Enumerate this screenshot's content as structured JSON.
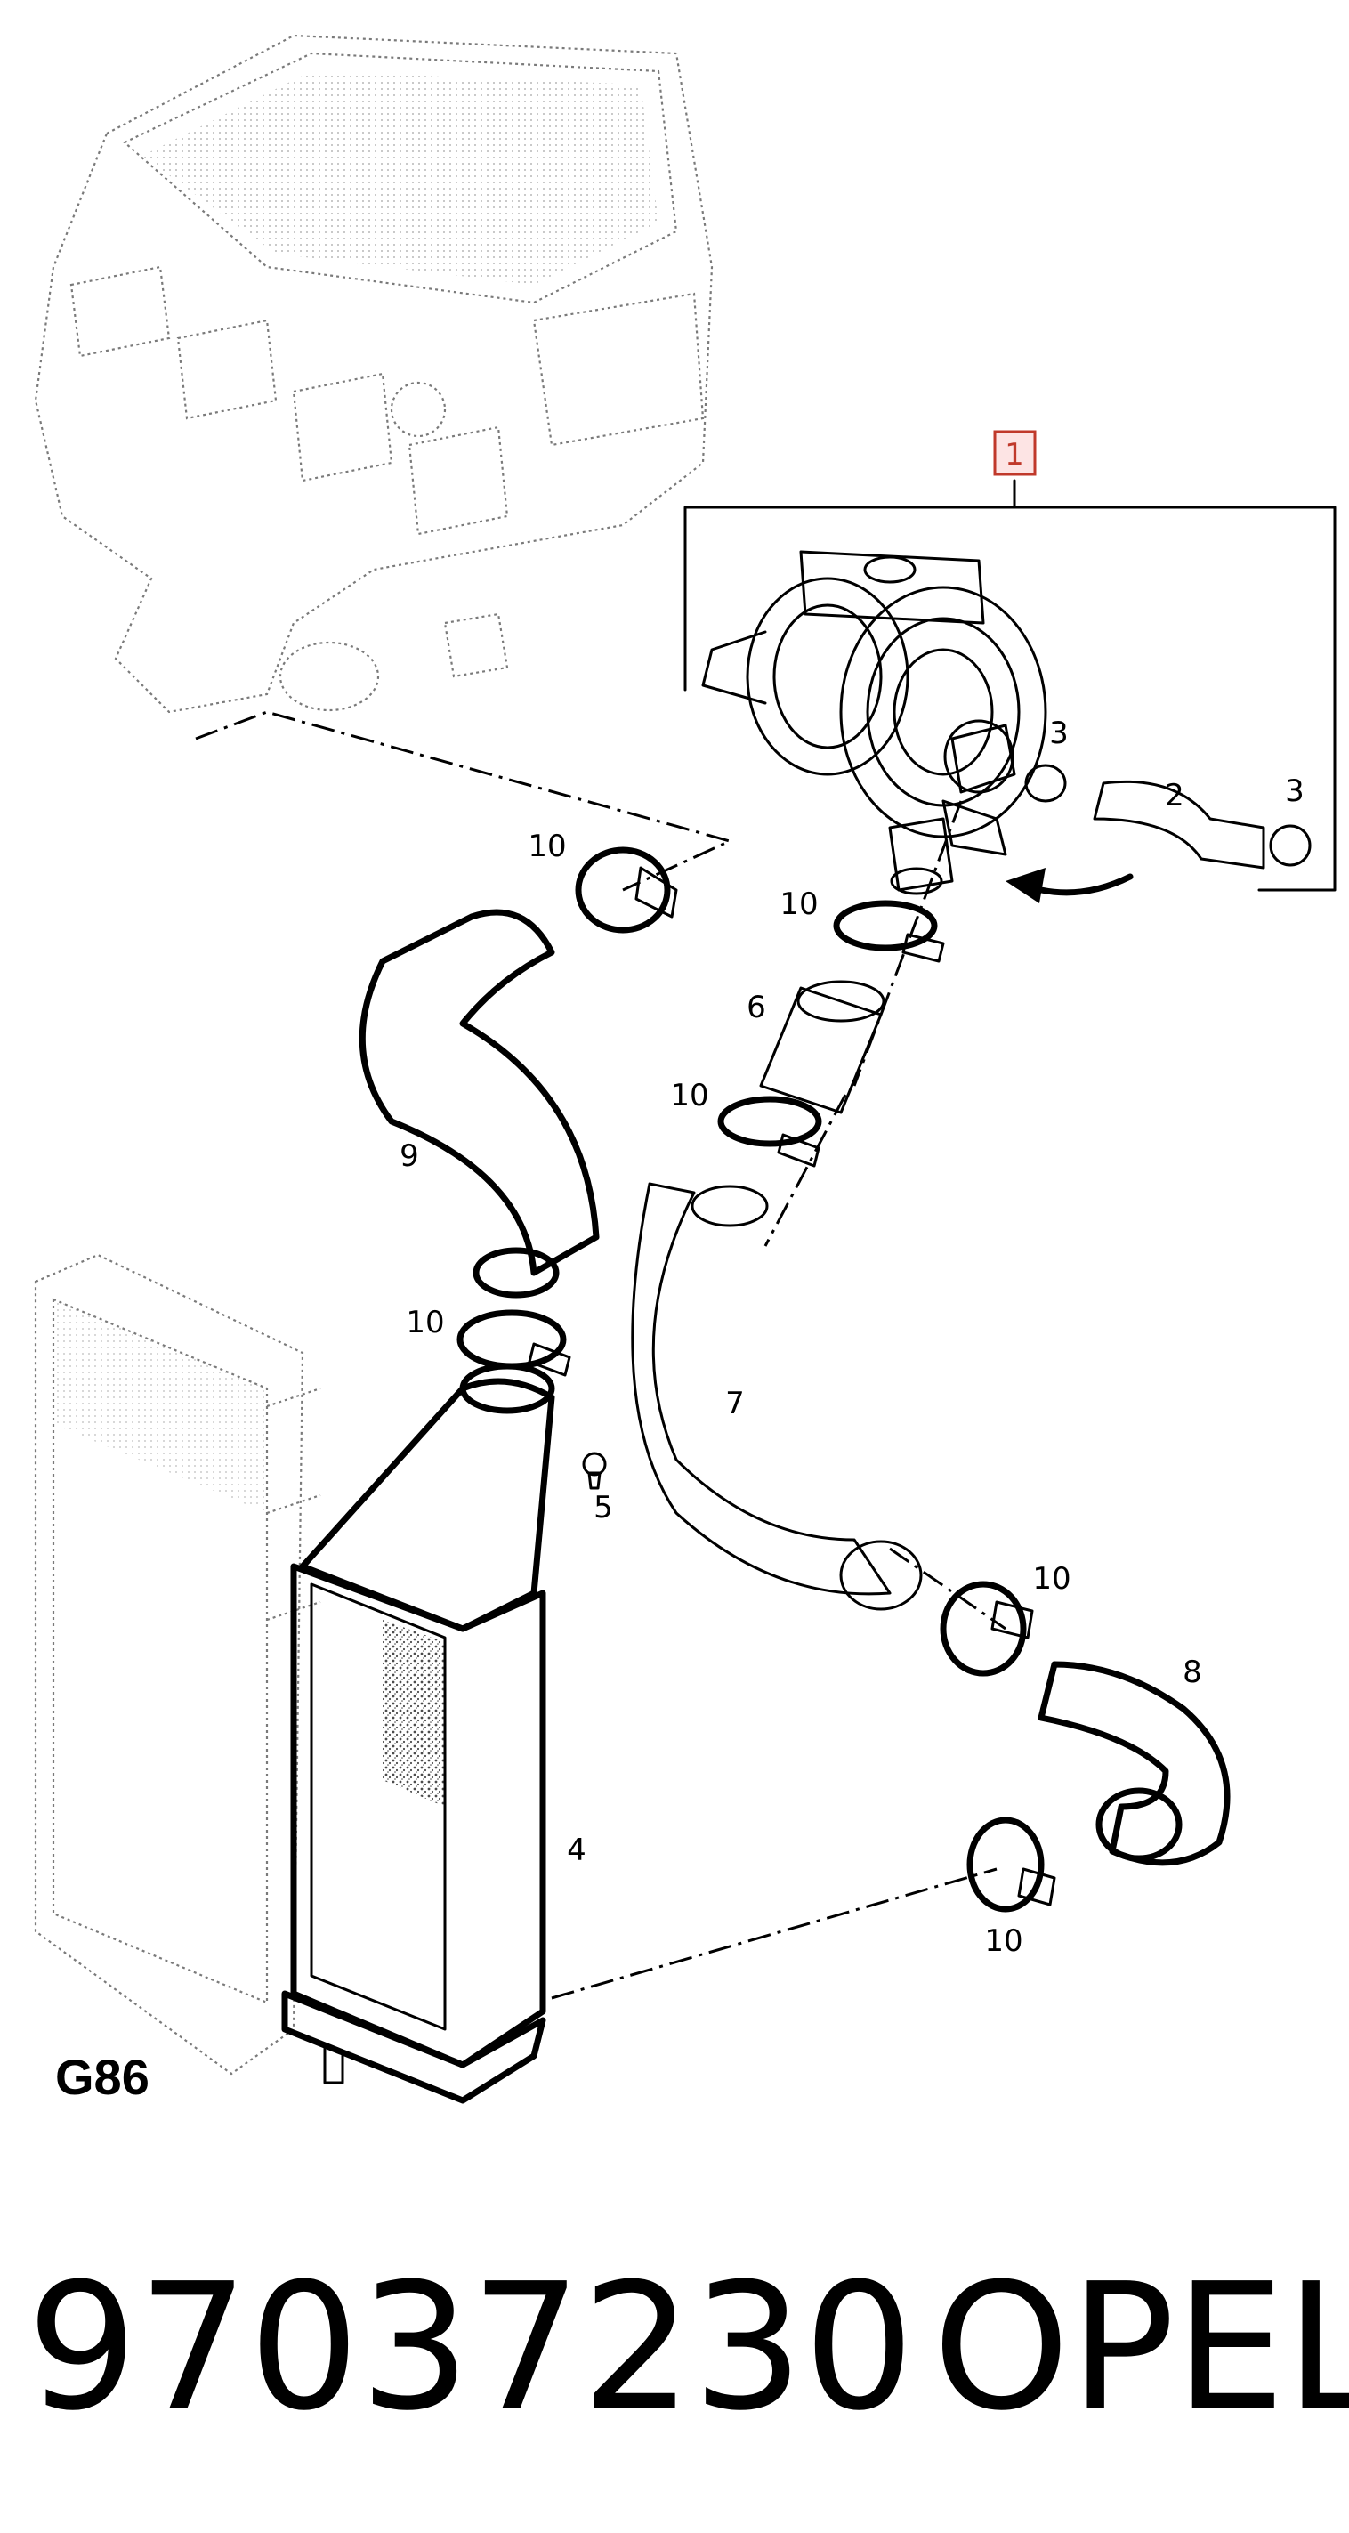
{
  "diagram": {
    "group_code": "G86",
    "callouts": {
      "assembly": "1",
      "hose_small": "2",
      "clamp_a": "3",
      "clamp_b": "3",
      "intercooler": "4",
      "bolt": "5",
      "sleeve": "6",
      "pipe": "7",
      "hose_lower": "8",
      "hose_upper": "9",
      "clamp_top": "10",
      "clamp_mid1": "10",
      "clamp_mid2": "10",
      "clamp_cooler": "10",
      "clamp_pipe": "10",
      "clamp_bottom": "10"
    },
    "assembly_box_color": "#c0392b"
  },
  "footer": {
    "part_number": "97037230",
    "brand": "OPEL"
  }
}
